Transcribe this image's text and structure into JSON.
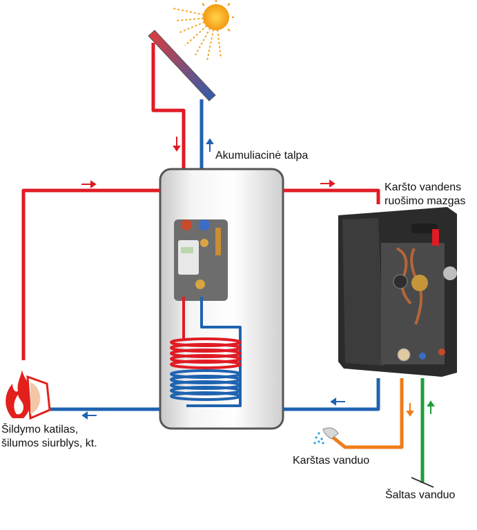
{
  "labels": {
    "storage_tank": "Akumuliacinė talpa",
    "hot_water_station": [
      "Karšto vandens",
      "ruošimo mazgas"
    ],
    "heat_source": [
      "Šildymo katilas,",
      "šilumos siurblys, kt."
    ],
    "hot_water": "Karštas vanduo",
    "cold_water": "Šaltas vanduo"
  },
  "colors": {
    "hot_pipe": "#e01b24",
    "cold_pipe": "#1f63b0",
    "hot_tap_pipe": "#ef7d1a",
    "cold_tap_pipe": "#1f9e3a",
    "sun": "#f5a623",
    "flame": "#e3201b",
    "cabinet": "#2b2b2b"
  },
  "icons": [
    "sun-icon",
    "flame-icon",
    "shower-head-icon",
    "solar-collector",
    "storage-tank",
    "hot-water-station-unit"
  ]
}
